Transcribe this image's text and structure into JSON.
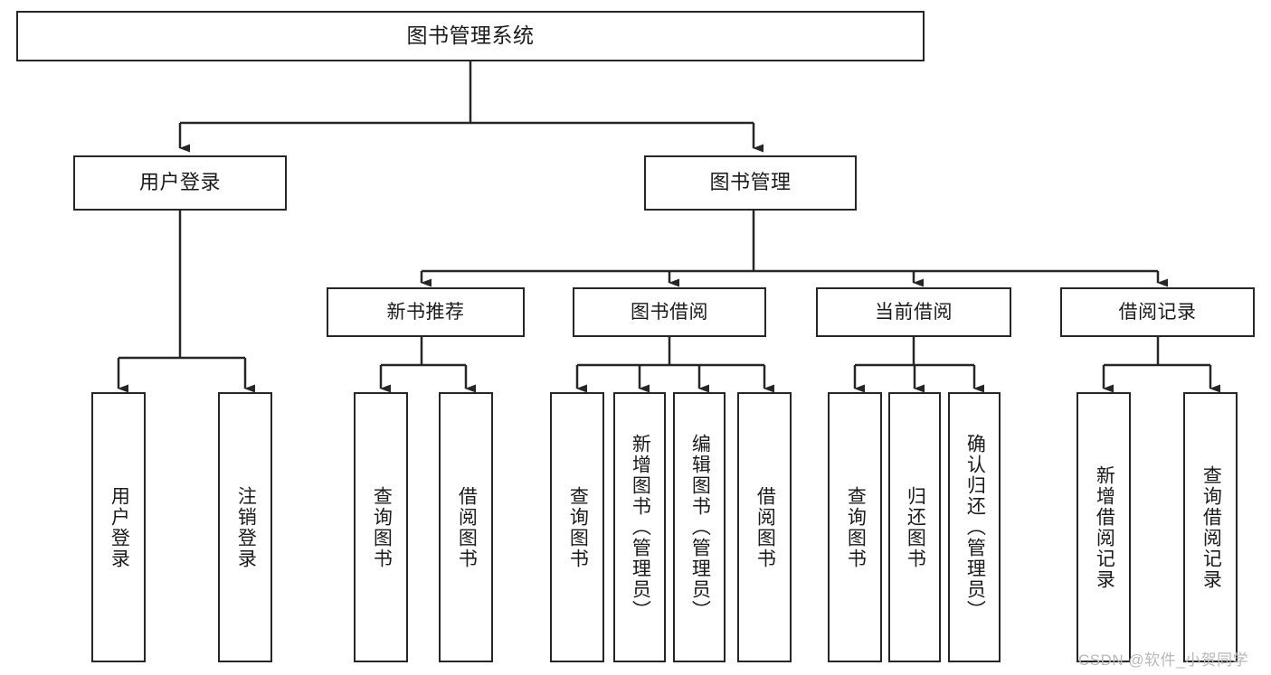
{
  "diagram": {
    "type": "tree-hierarchy-chart",
    "title": "图书管理系统",
    "colors": {
      "box_border": "#262626",
      "box_fill": "#ffffff",
      "edge": "#262626",
      "text": "#1a1a1a",
      "watermark": "#b8b8b8"
    },
    "nodes": {
      "root": {
        "label": "图书管理系统"
      },
      "level2": [
        {
          "id": "user-login",
          "label": "用户登录"
        },
        {
          "id": "book-management",
          "label": "图书管理"
        }
      ],
      "level3": [
        {
          "id": "new-book-recommend",
          "label": "新书推荐"
        },
        {
          "id": "book-borrow",
          "label": "图书借阅"
        },
        {
          "id": "current-borrow",
          "label": "当前借阅"
        },
        {
          "id": "borrow-record",
          "label": "借阅记录"
        }
      ],
      "leaves": [
        {
          "id": "leaf-user-login",
          "label": "用户登录",
          "parent": "user-login"
        },
        {
          "id": "leaf-logout-login",
          "label": "注销登录",
          "parent": "user-login"
        },
        {
          "id": "leaf-query-book-1",
          "label": "查询图书",
          "parent": "new-book-recommend"
        },
        {
          "id": "leaf-borrow-book-1",
          "label": "借阅图书",
          "parent": "new-book-recommend"
        },
        {
          "id": "leaf-query-book-2",
          "label": "查询图书",
          "parent": "book-borrow"
        },
        {
          "id": "leaf-add-book",
          "label": "新增图书（管理员）",
          "parent": "book-borrow"
        },
        {
          "id": "leaf-edit-book",
          "label": "编辑图书（管理员）",
          "parent": "book-borrow"
        },
        {
          "id": "leaf-borrow-book-2",
          "label": "借阅图书",
          "parent": "book-borrow"
        },
        {
          "id": "leaf-query-book-3",
          "label": "查询图书",
          "parent": "current-borrow"
        },
        {
          "id": "leaf-return-book",
          "label": "归还图书",
          "parent": "current-borrow"
        },
        {
          "id": "leaf-confirm-return",
          "label": "确认归还（管理员）",
          "parent": "current-borrow"
        },
        {
          "id": "leaf-add-record",
          "label": "新增借阅记录",
          "parent": "borrow-record"
        },
        {
          "id": "leaf-query-record",
          "label": "查询借阅记录",
          "parent": "borrow-record"
        }
      ]
    },
    "watermark": "CSDN @软件_小贺同学"
  }
}
